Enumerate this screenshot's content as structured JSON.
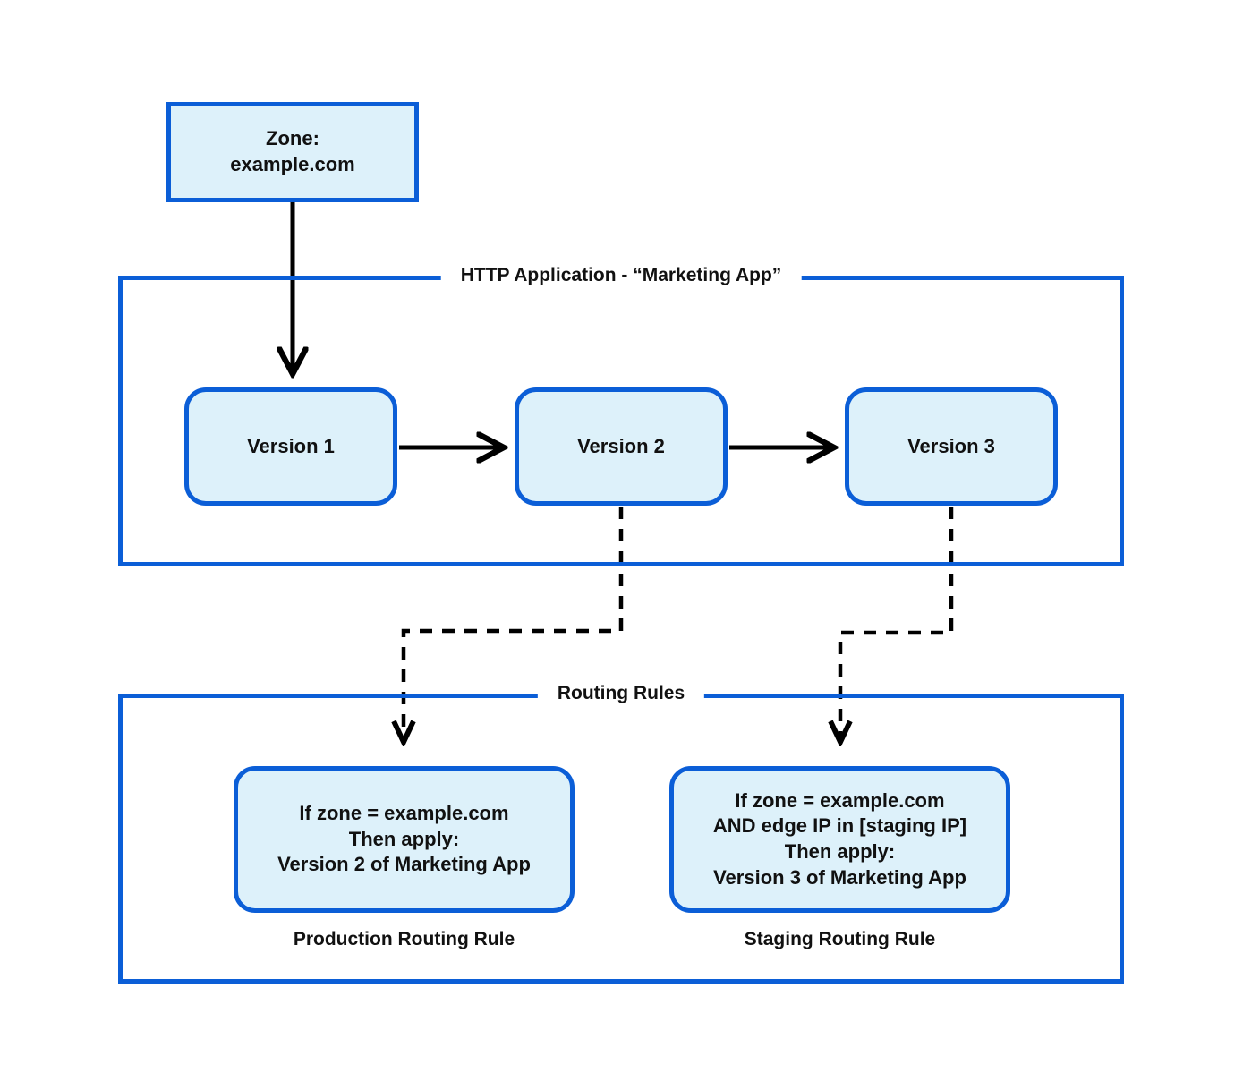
{
  "diagram": {
    "title": "Cloudflare HTTP Application version routing diagram",
    "colors": {
      "node_fill": "#ddf1fa",
      "node_border": "#0b5ed7",
      "edge_solid": "#000000",
      "edge_dashed": "#000000",
      "background": "#ffffff",
      "text": "#111111"
    }
  },
  "nodes": {
    "zone": {
      "label": "Zone:\nexample.com",
      "shape": "rectangle"
    },
    "version1": {
      "label": "Version 1",
      "shape": "rounded-rectangle"
    },
    "version2": {
      "label": "Version 2",
      "shape": "rounded-rectangle"
    },
    "version3": {
      "label": "Version 3",
      "shape": "rounded-rectangle"
    },
    "production_rule": {
      "label": "If zone = example.com\nThen apply:\nVersion 2 of Marketing App",
      "shape": "rounded-rectangle",
      "caption": "Production Routing Rule"
    },
    "staging_rule": {
      "label": "If zone = example.com\nAND edge IP in [staging IP]\nThen apply:\nVersion 3 of Marketing App",
      "shape": "rounded-rectangle",
      "caption": "Staging Routing Rule"
    }
  },
  "groups": {
    "http_application": {
      "legend": "HTTP Application - “Marketing App”"
    },
    "routing_rules": {
      "legend": "Routing Rules"
    }
  },
  "edges": [
    {
      "name": "zone-to-version1",
      "from": "zone",
      "to": "version1",
      "style": "solid",
      "arrow": "end"
    },
    {
      "name": "version1-to-version2",
      "from": "version1",
      "to": "version2",
      "style": "solid",
      "arrow": "end"
    },
    {
      "name": "version2-to-version3",
      "from": "version2",
      "to": "version3",
      "style": "solid",
      "arrow": "end"
    },
    {
      "name": "version2-to-production-rule",
      "from": "version2",
      "to": "production_rule",
      "style": "dashed",
      "arrow": "end"
    },
    {
      "name": "version3-to-staging-rule",
      "from": "version3",
      "to": "staging_rule",
      "style": "dashed",
      "arrow": "end"
    }
  ]
}
